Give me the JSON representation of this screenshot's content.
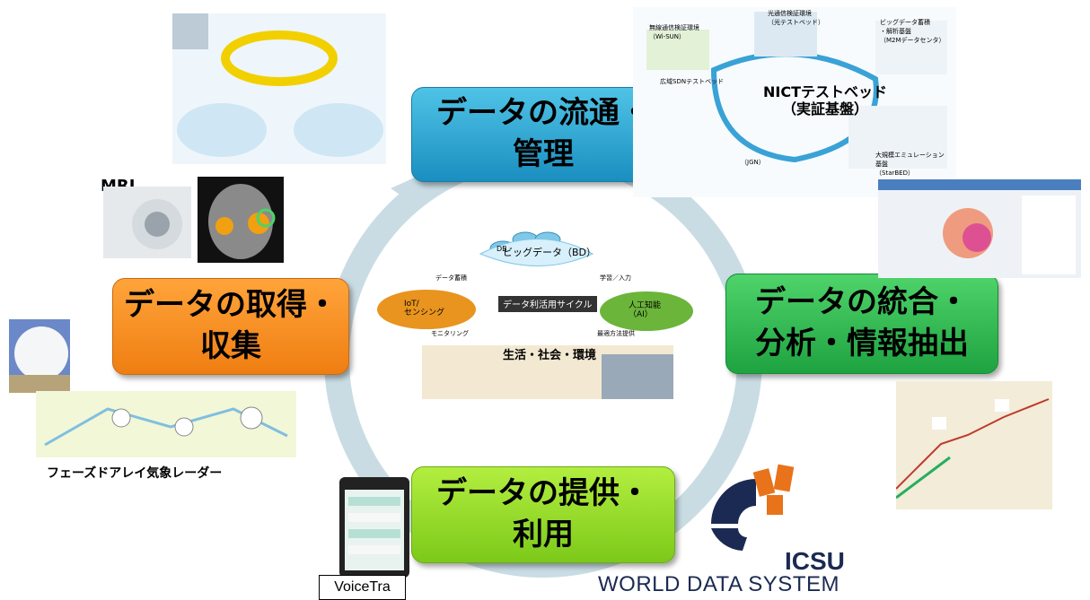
{
  "stages": {
    "top": {
      "line1": "データの流通・",
      "line2": "管理"
    },
    "right": {
      "line1": "データの統合・",
      "line2": "分析・情報抽出"
    },
    "left": {
      "line1": "データの取得・",
      "line2": "収集"
    },
    "bottom": {
      "line1": "データの提供・",
      "line2": "利用"
    }
  },
  "center": {
    "big_data": "ビッグデータ",
    "big_data_abbr": "（BD）",
    "db_label": "DB",
    "cycle_label": "データ利活用サイクル",
    "iot": "IoT/\nセンシング",
    "ai": "人工知能\n（AI）",
    "data_collect": "データ蓄積",
    "learn_input": "学習／入力",
    "monitoring": "モニタリング",
    "optimal": "最適方法提供",
    "society": "生活・社会・環境"
  },
  "testbed": {
    "main": "NICTテストベッド",
    "sub": "（実証基盤）",
    "wisun": "無線通信検証環境\n（Wi-SUN）",
    "optical": "光通信検証環境\n（光テストベッド）",
    "bigdata_platform": "ビッグデータ蓄積\n・解析基盤\n（M2Mデータセンタ）",
    "sdn": "広域SDNテストベッド",
    "jgn": "（JGN）",
    "starbed": "大規模エミュレーション\n基盤\n（StarBED）"
  },
  "captions": {
    "mri": "MRI",
    "radar": "フェーズドアレイ気象レーダー",
    "voicetra": "VoiceTra",
    "icsu": "ICSU",
    "wds": "WORLD DATA SYSTEM"
  },
  "colors": {
    "top": "#2aa7d6",
    "right": "#2fbf4e",
    "left": "#f58a1f",
    "bottom": "#9ad82a",
    "ring": "#c9dce4",
    "icsu_orange": "#e8731a",
    "icsu_navy": "#1b2a52"
  }
}
